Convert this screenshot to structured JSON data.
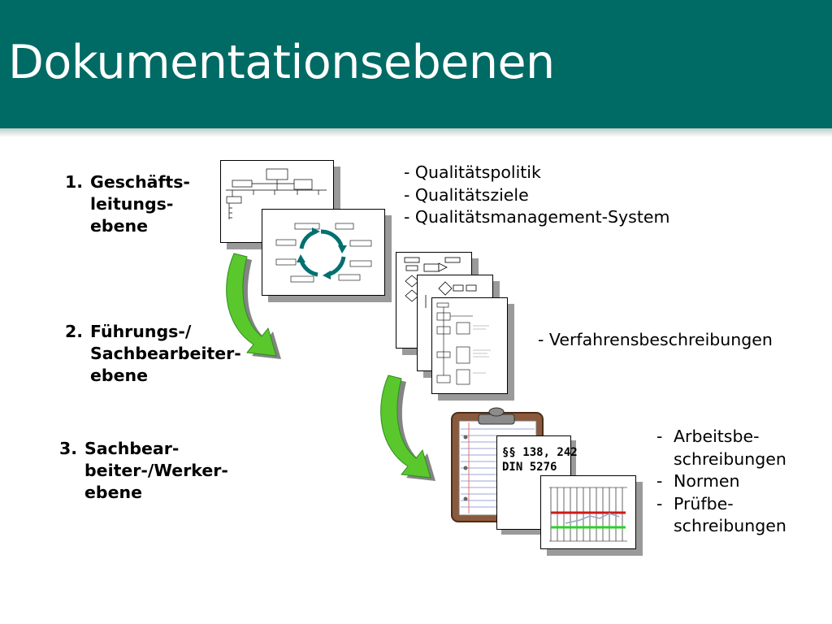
{
  "title": "Dokumentationsebenen",
  "levels": [
    {
      "number": "1.",
      "lines": [
        "Geschäfts-",
        "leitungs-",
        "ebene"
      ]
    },
    {
      "number": "2.",
      "lines": [
        "Führungs-/",
        "Sachbearbeiter-",
        "ebene"
      ]
    },
    {
      "number": "3.",
      "lines": [
        "Sachbear-",
        "beiter-/Werker-",
        "ebene"
      ]
    }
  ],
  "bullets_level1": [
    "- Qualitätspolitik",
    "- Qualitätsziele",
    "- Qualitätsmanagement-System"
  ],
  "bullets_level2": [
    "- Verfahrensbeschreibungen"
  ],
  "bullets_level3": [
    {
      "dash": "-",
      "lines": [
        "Arbeitsbe-",
        "schreibungen"
      ]
    },
    {
      "dash": "-",
      "lines": [
        "Normen"
      ]
    },
    {
      "dash": "-",
      "lines": [
        "Prüfbe-",
        "schreibungen"
      ]
    }
  ],
  "norm_sheet": [
    "§§ 138, 242",
    "DIN 5276"
  ],
  "colors": {
    "header": "#006a65",
    "arrow": "#5ac82d",
    "cycle": "#007070",
    "clipboard": "#8b5a3c"
  }
}
